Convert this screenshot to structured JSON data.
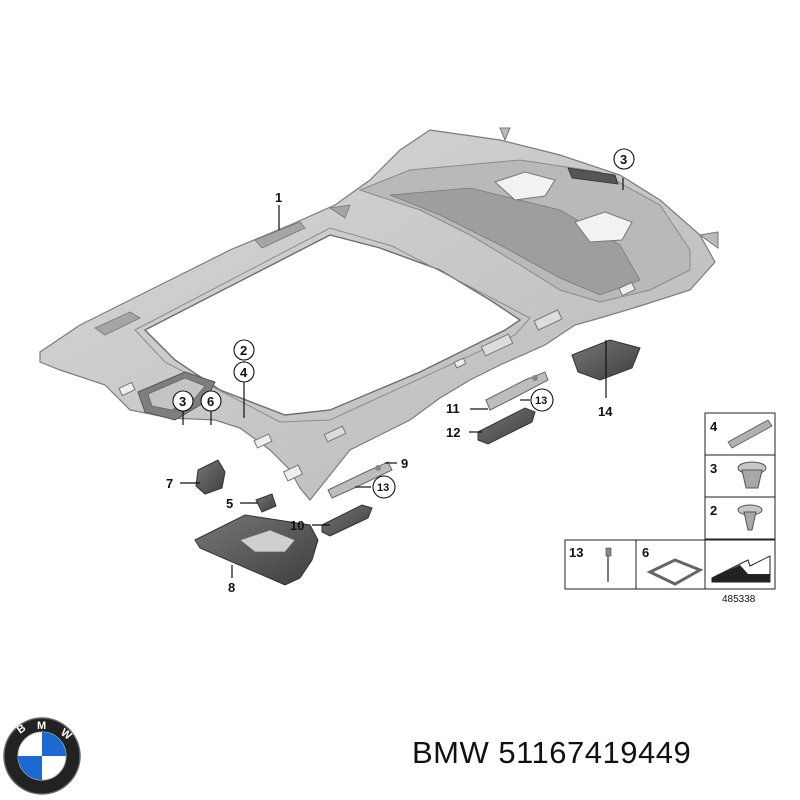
{
  "callouts": {
    "c1": "1",
    "c2": "2",
    "c3a": "3",
    "c3b": "3",
    "c4": "4",
    "c5": "5",
    "c6": "6",
    "c7": "7",
    "c8": "8",
    "c9": "9",
    "c10": "10",
    "c11": "11",
    "c12": "12",
    "c13a": "13",
    "c13b": "13",
    "c14": "14"
  },
  "legend": {
    "r4": "4",
    "r3": "3",
    "r2": "2",
    "r13": "13",
    "r6": "6"
  },
  "diagram_number": "485338",
  "footer": {
    "brand": "BMW",
    "part_number": "51167419449",
    "title": "BMW 51167419449"
  },
  "colors": {
    "headliner": "#c9c9c9",
    "headliner_edge": "#8a8a8a",
    "dark_part": "#5a5a5a"
  }
}
